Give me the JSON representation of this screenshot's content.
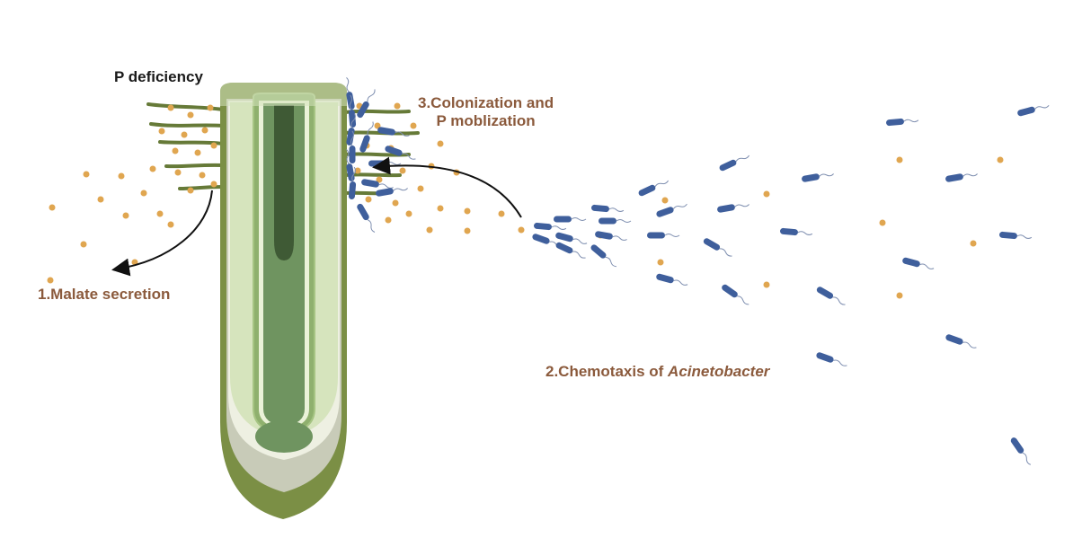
{
  "labels": {
    "p_deficiency": "P deficiency",
    "malate": "1.Malate secretion",
    "colonization_line1": "3.Colonization and",
    "colonization_line2": "P moblization",
    "chemotaxis_prefix": "2.Chemotaxis of ",
    "chemotaxis_genus": "Acinetobacter"
  },
  "colors": {
    "root_outer": "#7b8f45",
    "root_inner": "#d6e4bd",
    "root_core": "#6f9460",
    "stele": "#3f5a35",
    "root_hair": "#667a38",
    "malate_dot": "#e0a650",
    "bacterium": "#3f5f9c",
    "label_brown": "#8b5a3c"
  },
  "icons": {
    "root": "plant-root-icon",
    "bacterium": "bacterium-icon",
    "malate": "malate-dot-icon",
    "arrow": "curved-arrow-icon"
  }
}
